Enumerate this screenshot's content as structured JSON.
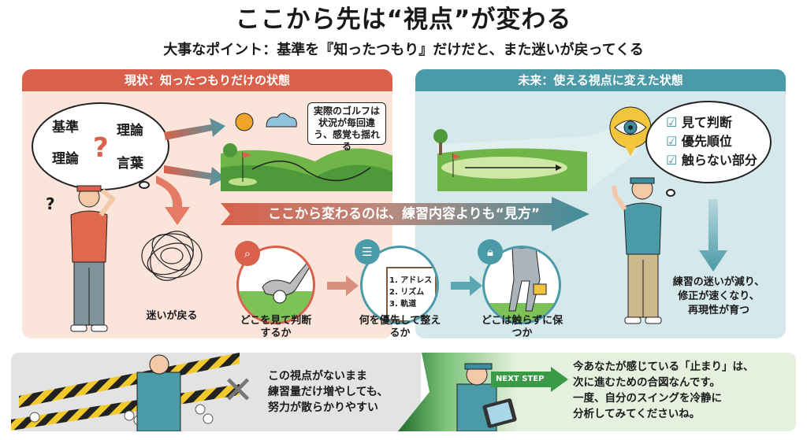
{
  "title": "ここから先は“視点”が変わる",
  "subtitle": "大事なポイント：基準を『知ったつもり』だけだと、また迷いが戻ってくる",
  "left_panel": {
    "header": "現状：知ったつもりだけの状態",
    "thought_words": [
      "基準",
      "理論",
      "理論",
      "言葉"
    ],
    "question_mark": "?",
    "speech": "実際のゴルフは状況が毎回違う、感覚も揺れる",
    "tangle_label": "迷いが戻る"
  },
  "right_panel": {
    "header": "未来：使える視点に変えた状態",
    "checklist": [
      "見て判断",
      "優先順位",
      "触らない部分"
    ],
    "result": [
      "練習の迷いが減り、",
      "修正が速くなり、",
      "再現性が育つ"
    ]
  },
  "band_text": "ここから変わるのは、練習内容よりも“見方”",
  "steps": [
    {
      "label": "どこを見て判断するか",
      "icon": "magnifier-icon"
    },
    {
      "label": "何を優先して整えるか",
      "icon": "numbered-list-icon",
      "list": [
        "1. アドレス",
        "2. リズム",
        "3. 軌道"
      ]
    },
    {
      "label": "どこは触らずに保つか",
      "icon": "lock-icon"
    }
  ],
  "bottom": {
    "warning": [
      "この視点がないまま",
      "練習量だけ増やしても、",
      "努力が散らかりやすい"
    ],
    "next_step_label": "NEXT STEP",
    "message": [
      "今あなたが感じている「止まり」は、",
      "次に進むための合図なんです。",
      "一度、自分のスイングを冷静に",
      "分析してみてくださいね。"
    ]
  },
  "colors": {
    "red": "#d9604a",
    "teal": "#4a9aa7",
    "left_bg": "#fbe4da",
    "right_bg": "#d5e8ec"
  }
}
